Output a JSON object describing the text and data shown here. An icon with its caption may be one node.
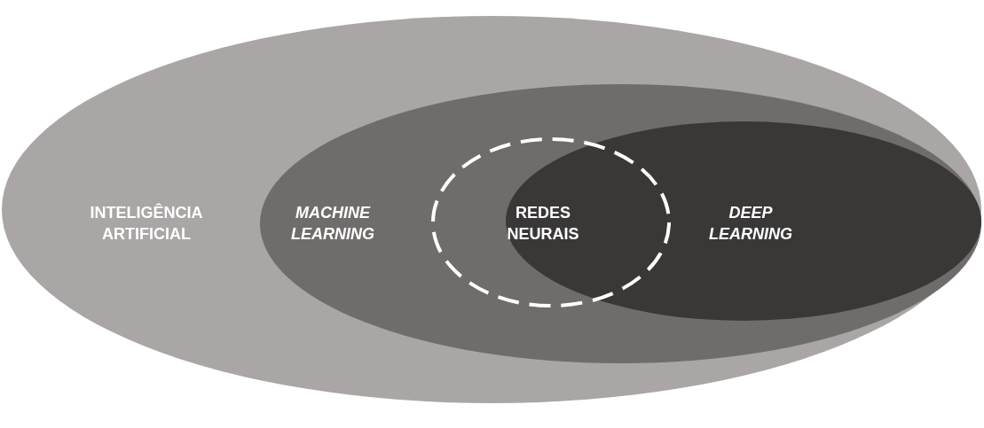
{
  "diagram": {
    "nodes": [
      {
        "text": [
          "INTELIGÊNCIA ARTIFICIAL"
        ]
      },
      {
        "text": [
          "MACHINE LEARNING"
        ],
        "in": 0
      },
      {
        "text": [
          "REDES NEURAIS"
        ],
        "in": 1
      },
      {
        "text": [
          "DEEP LEARNING"
        ],
        "in": 1
      }
    ]
  }
}
